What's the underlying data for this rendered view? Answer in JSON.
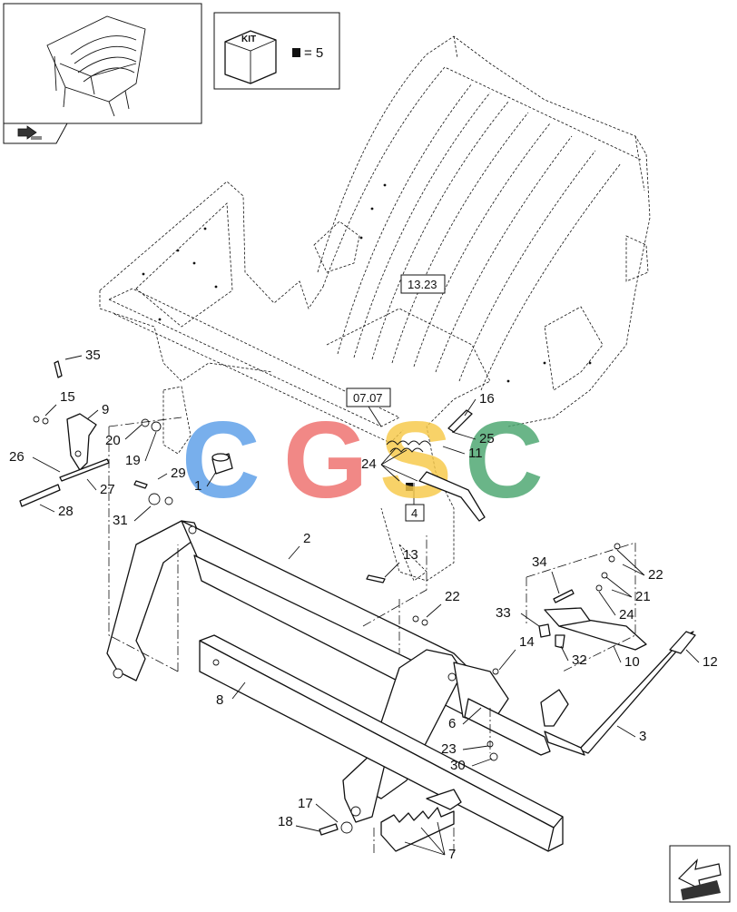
{
  "kit": {
    "label": "KIT",
    "quantity_text": "= 5"
  },
  "refs": {
    "r1323": "13.23",
    "r0707": "07.07",
    "r4": "4"
  },
  "watermark": {
    "letters": [
      "C",
      "G",
      "S",
      "C"
    ],
    "colors": [
      "#5b9ee8",
      "#ef6f6c",
      "#f7c948",
      "#4aa66f"
    ]
  },
  "callouts": [
    "35",
    "15",
    "9",
    "20",
    "19",
    "26",
    "29",
    "27",
    "1",
    "28",
    "31",
    "16",
    "25",
    "11",
    "24",
    "13",
    "2",
    "22",
    "34",
    "33",
    "32",
    "10",
    "22",
    "21",
    "24",
    "14",
    "12",
    "6",
    "3",
    "8",
    "23",
    "30",
    "17",
    "18",
    "7"
  ]
}
